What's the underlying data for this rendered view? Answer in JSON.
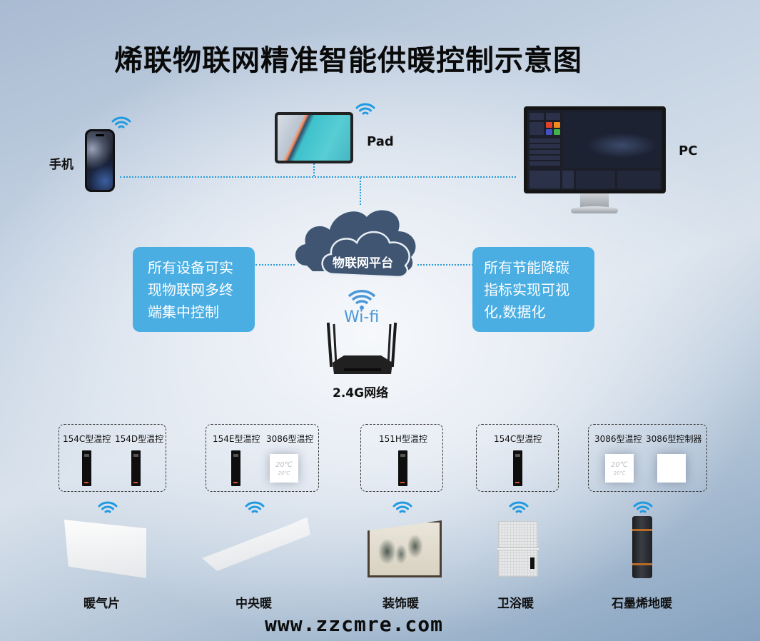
{
  "title": "烯联物联网精准智能供暖控制示意图",
  "terminals": {
    "phone_label": "手机",
    "pad_label": "Pad",
    "pc_label": "PC"
  },
  "platform": {
    "cloud_label": "物联网平台",
    "left_info": [
      "所有设备可实",
      "现物联网多终",
      "端集中控制"
    ],
    "right_info": [
      "所有节能降碳",
      "指标实现可视",
      "化,数据化"
    ]
  },
  "network": {
    "wifi_label": "Wi-fi",
    "router_label": "2.4G网络"
  },
  "controller_groups": [
    {
      "labels": [
        "154C型温控",
        "154D型温控"
      ],
      "devices": [
        "bar",
        "bar"
      ]
    },
    {
      "labels": [
        "154E型温控",
        "3086型温控"
      ],
      "devices": [
        "bar",
        "square"
      ]
    },
    {
      "labels": [
        "151H型温控"
      ],
      "devices": [
        "bar"
      ]
    },
    {
      "labels": [
        "154C型温控"
      ],
      "devices": [
        "bar"
      ]
    },
    {
      "labels": [
        "3086型温控",
        "3086型控制器"
      ],
      "devices": [
        "square",
        "square-controller"
      ]
    }
  ],
  "thermostat_display": {
    "temp_main": "20℃",
    "temp_sub": "20℃"
  },
  "appliances": [
    {
      "label": "暖气片",
      "icon": "radiator-icon"
    },
    {
      "label": "中央暖",
      "icon": "central-heater-icon"
    },
    {
      "label": "装饰暖",
      "icon": "decorative-heater-icon"
    },
    {
      "label": "卫浴暖",
      "icon": "bathroom-heater-icon"
    },
    {
      "label": "石墨烯地暖",
      "icon": "graphene-floor-heating-icon"
    }
  ],
  "footer_url": "www.zzcmre.com",
  "colors": {
    "accent_blue": "#4aaee3",
    "wifi_blue": "#1f9ae0",
    "cloud": "#3f5572",
    "line": "#2a9ad8"
  }
}
